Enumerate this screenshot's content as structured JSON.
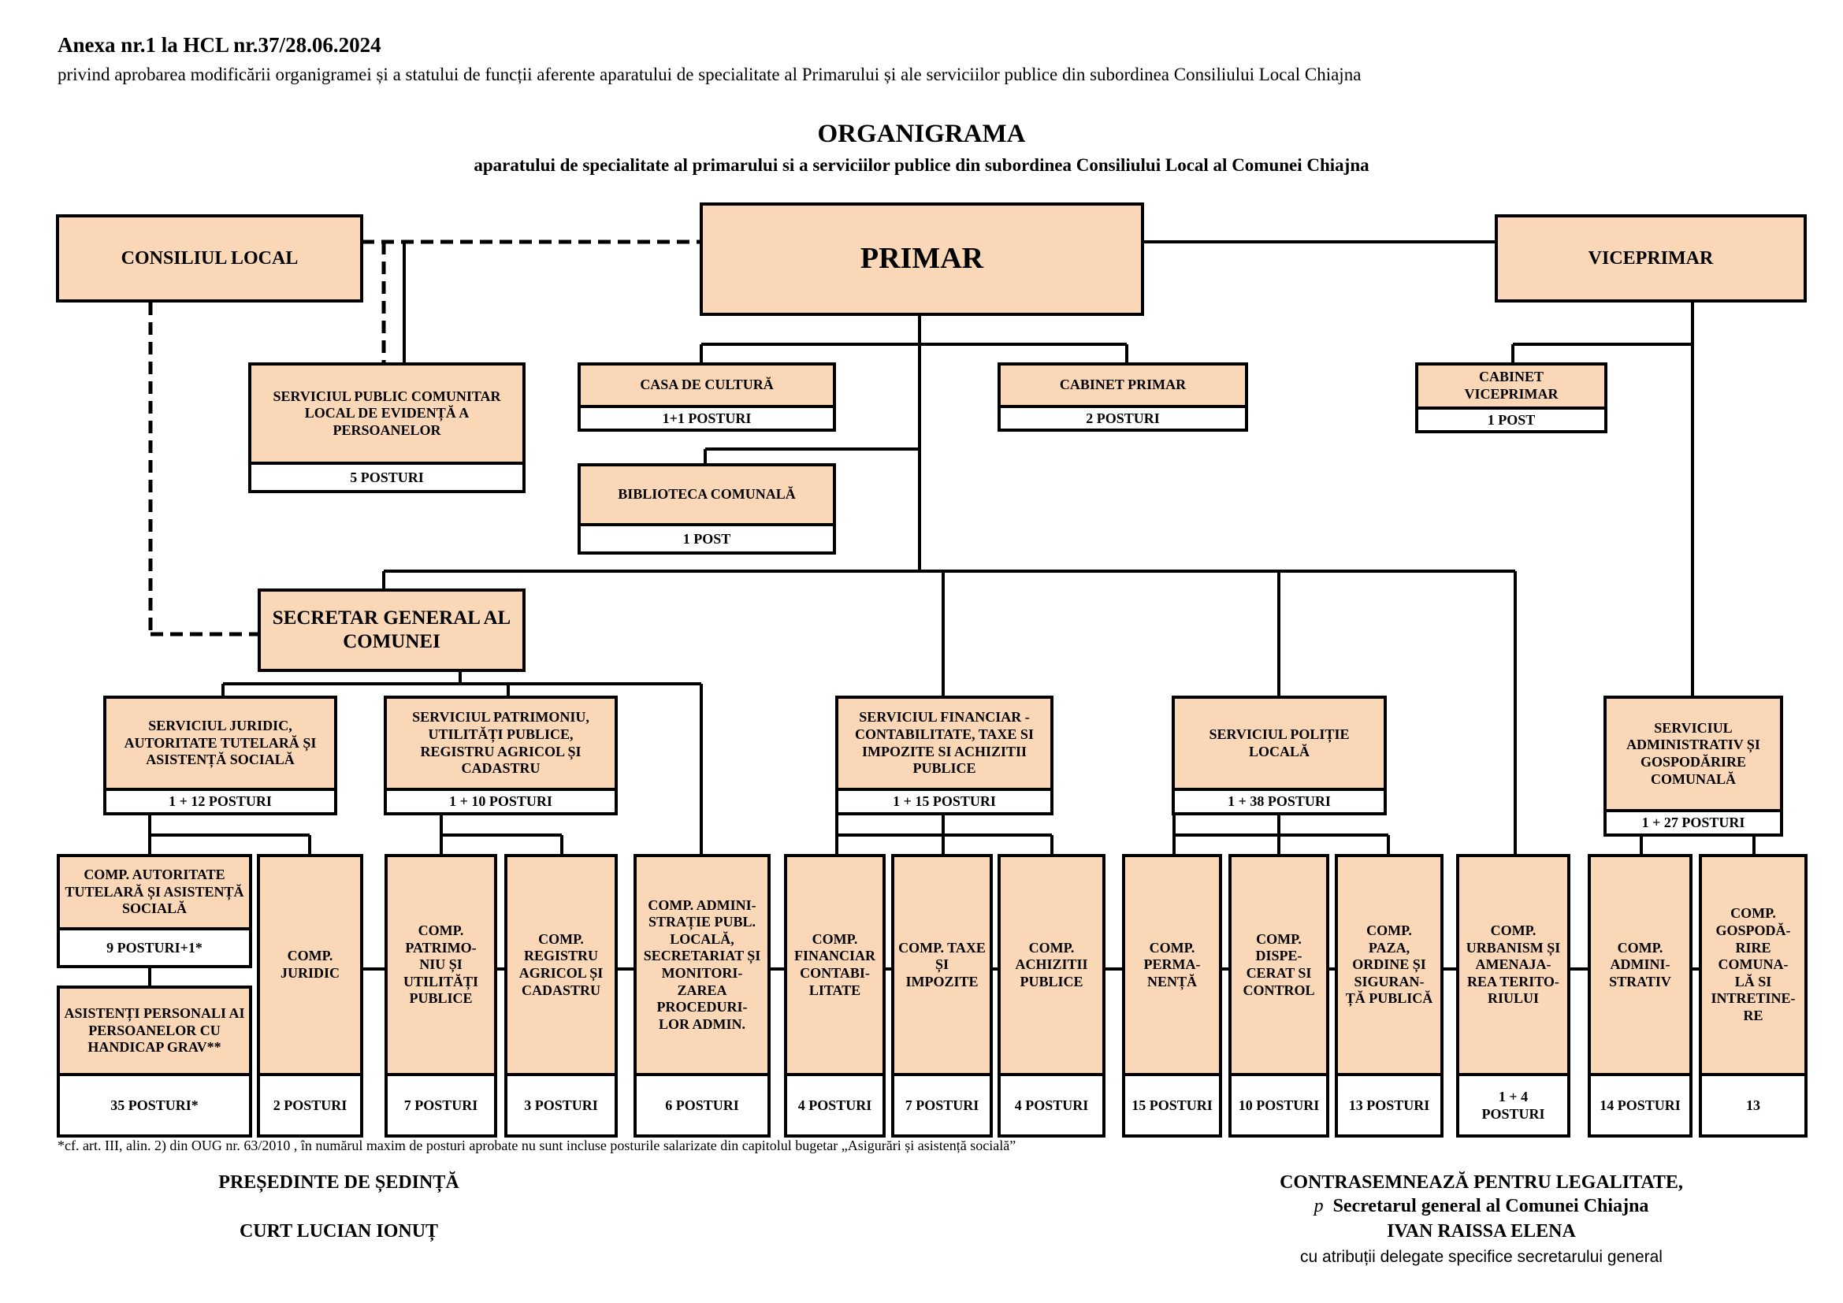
{
  "header": {
    "annex_title": "Anexa nr.1 la HCL nr.37/28.06.2024",
    "annex_subtitle": "privind aprobarea modificării organigramei și a statului de funcții aferente aparatului de specialitate al Primarului și ale serviciilor publice din subordinea Consiliului Local Chiajna"
  },
  "chart": {
    "title": "ORGANIGRAMA",
    "subtitle": "aparatului de specialitate al primarului si a serviciilor publice din subordinea Consiliului Local al Comunei Chiajna"
  },
  "nodes": {
    "consiliul_local": "CONSILIUL LOCAL",
    "primar": "PRIMAR",
    "viceprimar": "VICEPRIMAR",
    "spclep": {
      "label": "SERVICIUL PUBLIC COMUNITAR LOCAL DE EVIDENȚĂ A PERSOANELOR",
      "posts": "5  POSTURI"
    },
    "casa_cultura": {
      "label": "CASA DE CULTURĂ",
      "posts": "1+1 POSTURI"
    },
    "biblioteca": {
      "label": "BIBLIOTECA COMUNALĂ",
      "posts": "1 POST"
    },
    "cabinet_primar": {
      "label": "CABINET  PRIMAR",
      "posts": "2 POSTURI"
    },
    "cabinet_viceprimar": {
      "label": "CABINET VICEPRIMAR",
      "posts": "1 POST"
    },
    "secretar": "SECRETAR GENERAL AL COMUNEI",
    "svc_juridic": {
      "label": "SERVICIUL JURIDIC, AUTORITATE TUTELARĂ ȘI ASISTENȚĂ SOCIALĂ",
      "posts": "1 + 12 POSTURI"
    },
    "svc_patrimoniu": {
      "label": "SERVICIUL PATRIMONIU, UTILITĂȚI PUBLICE, REGISTRU AGRICOL ȘI CADASTRU",
      "posts": "1 + 10 POSTURI"
    },
    "svc_financiar": {
      "label": "SERVICIUL FINANCIAR - CONTABILITATE, TAXE SI IMPOZITE SI ACHIZITII PUBLICE",
      "posts": "1 + 15 POSTURI"
    },
    "svc_politie": {
      "label": "SERVICIUL POLIȚIE LOCALĂ",
      "posts": "1 + 38 POSTURI"
    },
    "svc_administrativ": {
      "label": "SERVICIUL ADMINISTRATIV ȘI GOSPODĂRIRE COMUNALĂ",
      "posts": "1 + 27 POSTURI"
    },
    "comp_autoritate": {
      "label": "COMP. AUTORITATE TUTELARĂ ȘI ASISTENȚĂ SOCIALĂ",
      "posts": "9 POSTURI+1*"
    },
    "asistenti": {
      "label": "ASISTENȚI PERSONALI AI PERSOANELOR CU HANDICAP GRAV**",
      "posts": "35 POSTURI*"
    },
    "comp_juridic": {
      "label": "COMP. JURIDIC",
      "posts": "2 POSTURI"
    },
    "comp_patrimoniu": {
      "label": "COMP. PATRIMO- NIU ȘI UTILITĂȚI PUBLICE",
      "posts": "7 POSTURI"
    },
    "comp_registru": {
      "label": "COMP. REGISTRU AGRICOL ȘI CADASTRU",
      "posts": "3 POSTURI"
    },
    "comp_admin_publ": {
      "label": "COMP. ADMINI- STRAȚIE PUBL. LOCALĂ, SECRETARIAT ȘI MONITORI- ZAREA PROCEDURI- LOR ADMIN.",
      "posts": "6 POSTURI"
    },
    "comp_financiar": {
      "label": "COMP. FINANCIAR CONTABI- LITATE",
      "posts": "4 POSTURI"
    },
    "comp_taxe": {
      "label": "COMP. TAXE ȘI IMPOZITE",
      "posts": "7 POSTURI"
    },
    "comp_achizitii": {
      "label": "COMP. ACHIZITII PUBLICE",
      "posts": "4 POSTURI"
    },
    "comp_permanenta": {
      "label": "COMP. PERMA- NENȚĂ",
      "posts": "15 POSTURI"
    },
    "comp_dispecerat": {
      "label": "COMP. DISPE- CERAT SI CONTROL",
      "posts": "10 POSTURI"
    },
    "comp_paza": {
      "label": "COMP. PAZA, ORDINE ȘI SIGURAN- ȚĂ PUBLICĂ",
      "posts": "13 POSTURI"
    },
    "comp_urbanism": {
      "label": "COMP. URBANISM ȘI AMENAJA- REA TERITO- RIULUI",
      "posts": "1 + 4 POSTURI"
    },
    "comp_administrativ": {
      "label": "COMP. ADMINI- STRATIV",
      "posts": "14 POSTURI"
    },
    "comp_gospodarire": {
      "label": "COMP. GOSPODĂ- RIRE COMUNA- LĂ SI INTRETINE- RE",
      "posts": "13"
    }
  },
  "footnote": "*cf. art. III, alin. 2) din OUG nr. 63/2010 , în numărul maxim de posturi aprobate nu sunt incluse posturile salarizate din capitolul bugetar „Asigurări și asistență socială”",
  "signatures": {
    "left_title": "PREȘEDINTE DE ȘEDINȚĂ",
    "left_name": "CURT LUCIAN IONUȚ",
    "right_title": "CONTRASEMNEAZĂ PENTRU LEGALITATE,",
    "right_role_prefix": "p",
    "right_role": "Secretarul general al Comunei Chiajna",
    "right_name": "IVAN RAISSA ELENA",
    "right_note": "cu atribuții delegate specifice secretarului general"
  }
}
